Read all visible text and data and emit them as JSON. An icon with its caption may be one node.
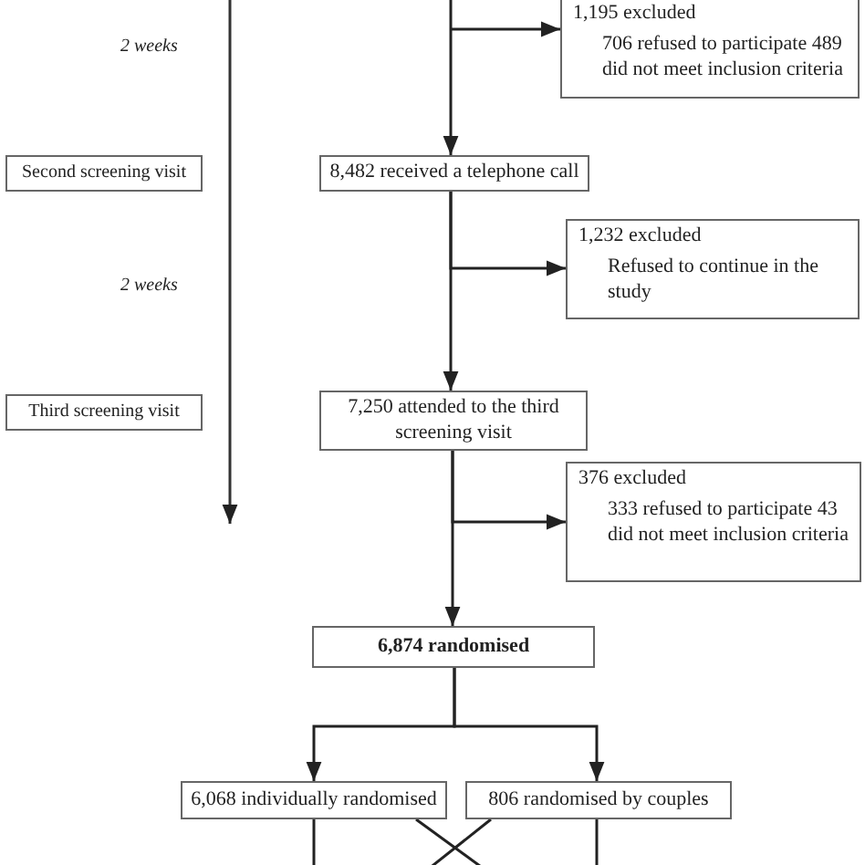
{
  "diagram": {
    "nodes": [
      {
        "text": [
          "Second screening visit"
        ]
      },
      {
        "text": [
          "8,482 received a telephone call"
        ]
      },
      {
        "text": [
          "1,195 excluded",
          "706 refused to participate 489 did not meet inclusion criteria"
        ]
      },
      {
        "text": [
          "1,232 excluded",
          "Refused to continue in the study"
        ]
      },
      {
        "text": [
          "Third screening visit"
        ]
      },
      {
        "text": [
          "7,250 attended to the third screening visit"
        ]
      },
      {
        "text": [
          "376 excluded",
          "333 refused to participate 43 did not meet inclusion criteria"
        ]
      },
      {
        "text": [
          "6,874 randomised"
        ]
      },
      {
        "text": [
          "6,068 individually randomised"
        ]
      },
      {
        "text": [
          "806 randomised by couples"
        ]
      }
    ],
    "edges": [
      {
        "from": null,
        "to": 2,
        "arrow": "to"
      },
      {
        "from": null,
        "to": 1,
        "arrow": "to"
      },
      {
        "from": 1,
        "to": 3,
        "arrow": "to"
      },
      {
        "from": 1,
        "to": 5,
        "arrow": "to"
      },
      {
        "from": 5,
        "to": 6,
        "arrow": "to"
      },
      {
        "from": 5,
        "to": 7,
        "arrow": "to"
      },
      {
        "from": 7,
        "to": 8,
        "arrow": "to"
      },
      {
        "from": 7,
        "to": 9,
        "arrow": "to"
      },
      {
        "from": 8,
        "to": null,
        "arrow": "none"
      },
      {
        "from": 8,
        "to": null,
        "arrow": "none"
      },
      {
        "from": 9,
        "to": null,
        "arrow": "none"
      },
      {
        "from": 9,
        "to": null,
        "arrow": "none"
      }
    ],
    "labels": [
      "2 weeks",
      "2 weeks"
    ]
  }
}
